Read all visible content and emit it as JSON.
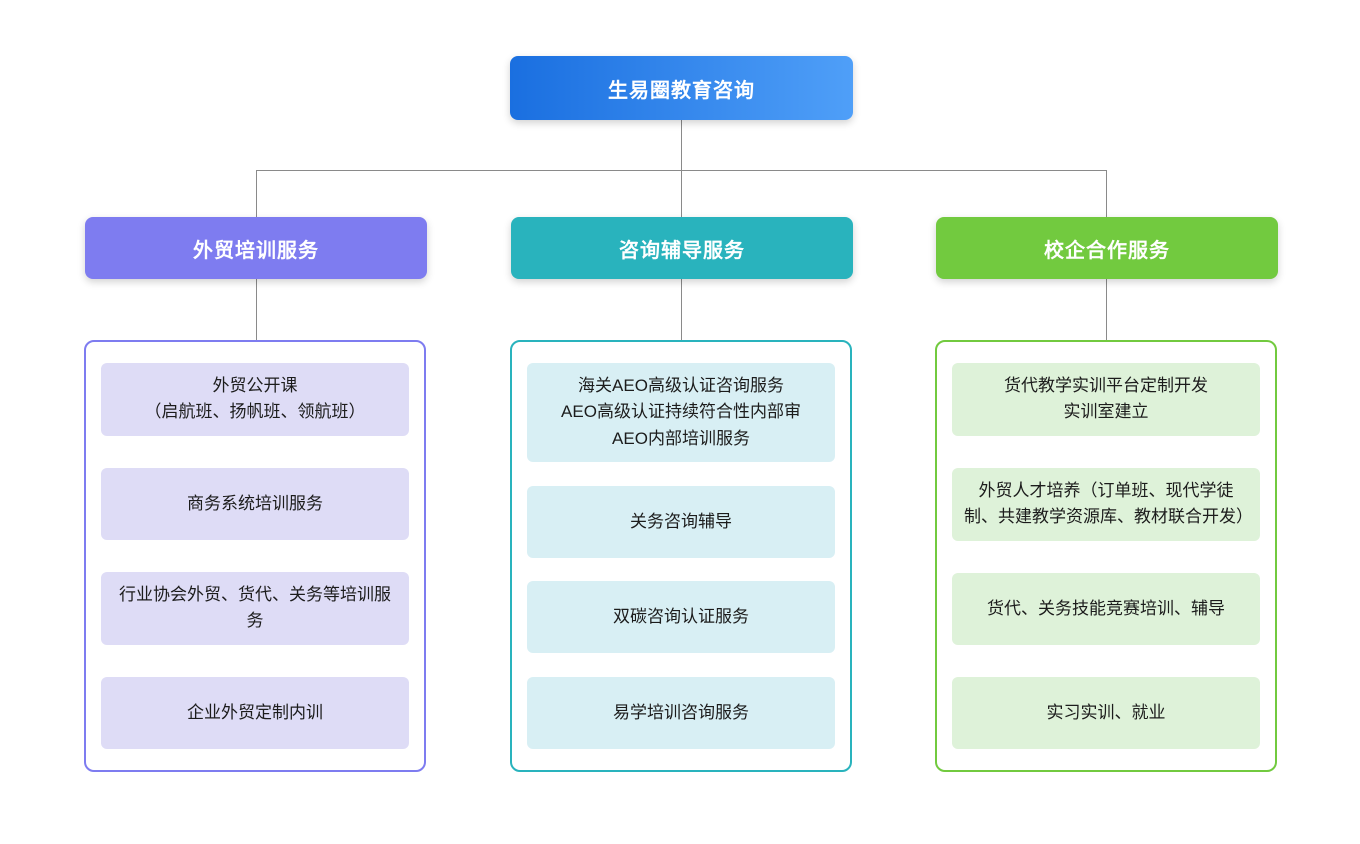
{
  "root": {
    "label": "生易圈教育咨询",
    "color_start": "#1a6fe0",
    "color_end": "#4f9ff8"
  },
  "connector_color": "#8a8a8a",
  "branches": [
    {
      "label": "外贸培训服务",
      "theme_color": "#7e7cf0",
      "item_bg": "#dedcf6",
      "items": [
        {
          "lines": [
            "外贸公开课",
            "（启航班、扬帆班、领航班）"
          ]
        },
        {
          "lines": [
            "商务系统培训服务"
          ]
        },
        {
          "lines": [
            "行业协会外贸、货代、关务等培训服务"
          ]
        },
        {
          "lines": [
            "企业外贸定制内训"
          ]
        }
      ]
    },
    {
      "label": "咨询辅导服务",
      "theme_color": "#29b3bd",
      "item_bg": "#d8eff4",
      "items": [
        {
          "lines": [
            "海关AEO高级认证咨询服务",
            "AEO高级认证持续符合性内部审",
            "AEO内部培训服务"
          ]
        },
        {
          "lines": [
            "关务咨询辅导"
          ]
        },
        {
          "lines": [
            "双碳咨询认证服务"
          ]
        },
        {
          "lines": [
            "易学培训咨询服务"
          ]
        }
      ]
    },
    {
      "label": "校企合作服务",
      "theme_color": "#72ca3f",
      "item_bg": "#def2d9",
      "items": [
        {
          "lines": [
            "货代教学实训平台定制开发",
            "实训室建立"
          ]
        },
        {
          "lines": [
            "外贸人才培养（订单班、现代学徒制、共建教学资源库、教材联合开发）"
          ]
        },
        {
          "lines": [
            "货代、关务技能竞赛培训、辅导"
          ]
        },
        {
          "lines": [
            "实习实训、就业"
          ]
        }
      ]
    }
  ]
}
